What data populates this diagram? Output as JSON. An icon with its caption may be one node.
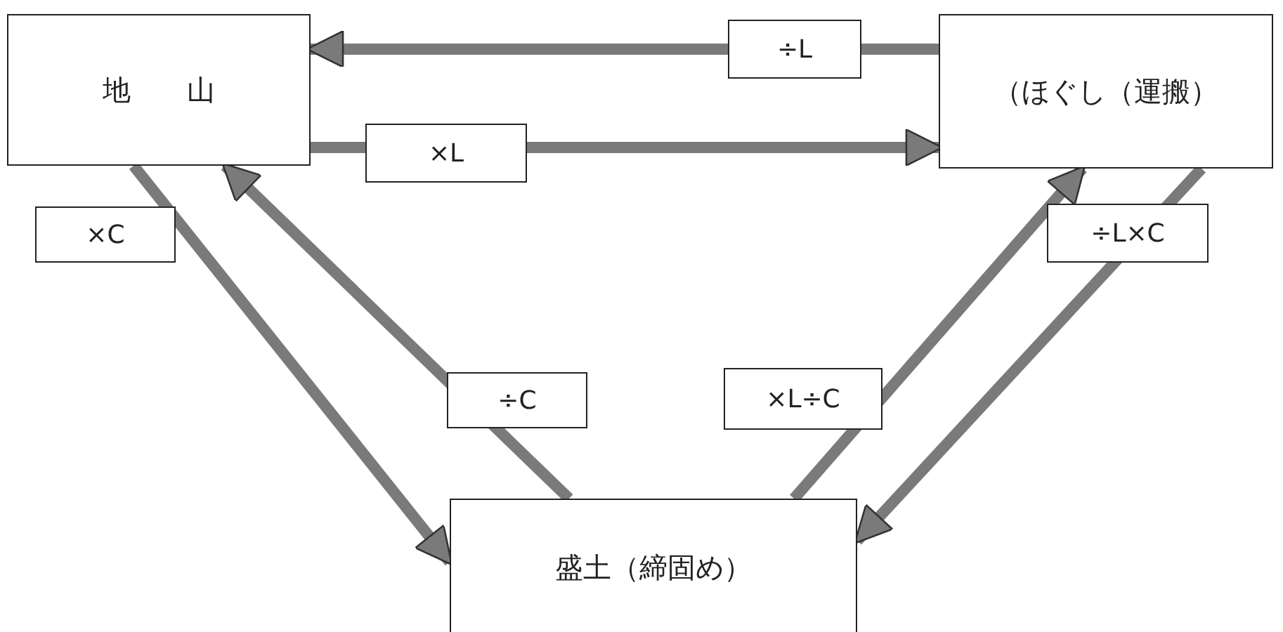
{
  "diagram": {
    "nodes": [
      {
        "text": [
          "地　　山"
        ]
      },
      {
        "text": [
          "（ほぐし（運搬）"
        ]
      },
      {
        "text": [
          "盛土（締固め）"
        ]
      }
    ],
    "edges": [
      {
        "from": 1,
        "to": 0,
        "arrow": "to",
        "label": "÷L"
      },
      {
        "from": 0,
        "to": 1,
        "arrow": "to",
        "label": "×L"
      },
      {
        "from": 0,
        "to": 2,
        "arrow": "to",
        "label": "×C"
      },
      {
        "from": 2,
        "to": 0,
        "arrow": "to",
        "label": "÷C"
      },
      {
        "from": 2,
        "to": 1,
        "arrow": "to",
        "label": "×L÷C"
      },
      {
        "from": 1,
        "to": 2,
        "arrow": "to",
        "label": "÷L×C"
      }
    ]
  }
}
